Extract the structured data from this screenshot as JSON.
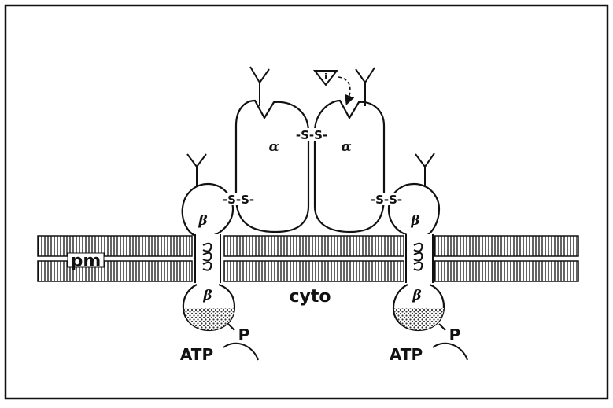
{
  "diagram": {
    "membrane_label": "pm",
    "cytoplasm_label": "cyto",
    "alpha_left": "α",
    "alpha_right": "α",
    "beta_left_top": "β",
    "beta_left_bottom": "β",
    "beta_right_top": "β",
    "beta_right_bottom": "β",
    "ss_center": "-S-S-",
    "ss_left": "-S-S-",
    "ss_right": "-S-S-",
    "phosphate_left": "P",
    "phosphate_right": "P",
    "atp_left": "ATP",
    "atp_right": "ATP",
    "ligand_label": "i"
  }
}
